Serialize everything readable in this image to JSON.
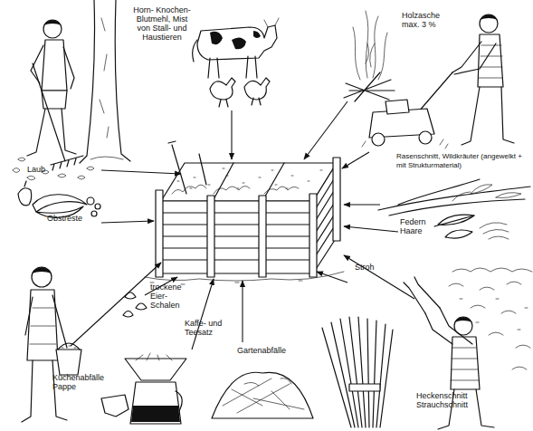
{
  "diagram": {
    "labels": [
      "Horn- Knochen- Blutmehl, Mist von Stall- und Haustieren",
      "Holzasche max. 3 %",
      "Rasenschnitt, Wildkräuter (angewelkt + mit Strukturmaterial)",
      "Laub",
      "Obstreste",
      "Federn Haare",
      "Stroh",
      "trockene Eier- Schalen",
      "Kaffe- und Teesatz",
      "Gartenabfälle",
      "Küchenabfälle Pappe",
      "Heckenschnitt Strauchschnitt"
    ]
  }
}
